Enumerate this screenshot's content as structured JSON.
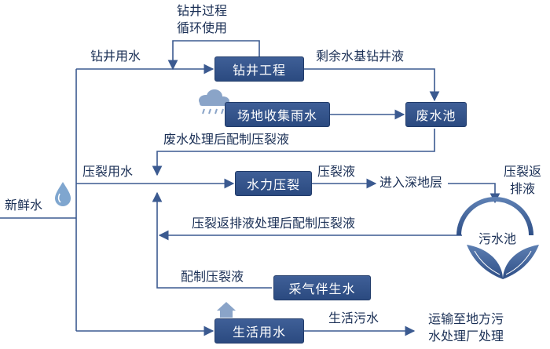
{
  "boxes": {
    "drilling": "钻井工程",
    "rainwater": "场地收集雨水",
    "waste_pit": "废水池",
    "fracturing": "水力压裂",
    "produced_water": "采气伴生水",
    "domestic": "生活用水"
  },
  "circle_label": "污水池",
  "labels": {
    "cycle_line1": "钻井过程",
    "cycle_line2": "循环使用",
    "drilling_water": "钻井用水",
    "residual_fluid": "剩余水基钻井液",
    "waste_treated": "废水处理后配制压裂液",
    "frac_water": "压裂用水",
    "fresh_water": "新鲜水",
    "frac_fluid": "压裂液",
    "deep_formation": "进入深地层",
    "flowback_line1": "压裂返",
    "flowback_line2": "排液",
    "flowback_treated": "压裂返排液处理后配制压裂液",
    "prepare_fluid": "配制压裂液",
    "sewage": "生活污水",
    "transport_line1": "运输至地方污",
    "transport_line2": "水处理厂处理"
  },
  "icons": [
    "raincloud-icon",
    "water-drop-icon",
    "house-icon",
    "leaf-bowl-icon"
  ],
  "colors": {
    "box": "#2f4f87",
    "line": "#3b5a90",
    "text": "#1a2f55",
    "drop": "#7fa6cf",
    "leaf": "#6f8db8"
  }
}
